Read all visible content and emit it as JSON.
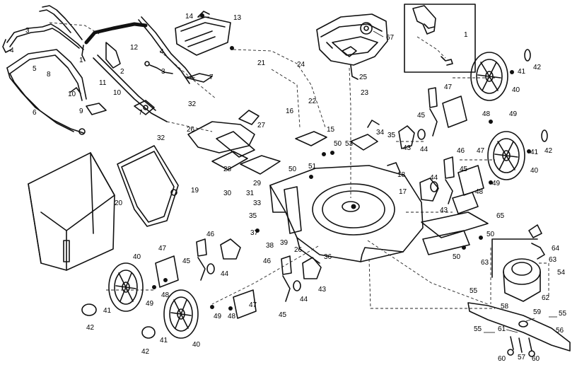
{
  "callouts": [
    {
      "id": "c3a",
      "text": "3"
    },
    {
      "id": "c4a",
      "text": "4"
    },
    {
      "id": "c5",
      "text": "5"
    },
    {
      "id": "c8",
      "text": "8"
    },
    {
      "id": "c10a",
      "text": "10"
    },
    {
      "id": "c10b",
      "text": "10"
    },
    {
      "id": "c11",
      "text": "11"
    },
    {
      "id": "c6",
      "text": "6"
    },
    {
      "id": "c9",
      "text": "9"
    },
    {
      "id": "c1a",
      "text": "1"
    },
    {
      "id": "c12",
      "text": "12"
    },
    {
      "id": "c2",
      "text": "2"
    },
    {
      "id": "c3b",
      "text": "3"
    },
    {
      "id": "c4b",
      "text": "4"
    },
    {
      "id": "c7a",
      "text": "7"
    },
    {
      "id": "c7b",
      "text": "7"
    },
    {
      "id": "c14",
      "text": "14"
    },
    {
      "id": "c13",
      "text": "13"
    },
    {
      "id": "c21",
      "text": "21"
    },
    {
      "id": "c24",
      "text": "24"
    },
    {
      "id": "c22",
      "text": "22"
    },
    {
      "id": "c67",
      "text": "67"
    },
    {
      "id": "c25",
      "text": "25"
    },
    {
      "id": "c23",
      "text": "23"
    },
    {
      "id": "c1b",
      "text": "1"
    },
    {
      "id": "c32a",
      "text": "32"
    },
    {
      "id": "c26",
      "text": "26"
    },
    {
      "id": "c27",
      "text": "27"
    },
    {
      "id": "c32b",
      "text": "32"
    },
    {
      "id": "c16",
      "text": "16"
    },
    {
      "id": "c15",
      "text": "15"
    },
    {
      "id": "c50a",
      "text": "50"
    },
    {
      "id": "c53",
      "text": "53"
    },
    {
      "id": "c34",
      "text": "34"
    },
    {
      "id": "c35a",
      "text": "35"
    },
    {
      "id": "c47a",
      "text": "47"
    },
    {
      "id": "c41a",
      "text": "41"
    },
    {
      "id": "c42a",
      "text": "42"
    },
    {
      "id": "c40a",
      "text": "40"
    },
    {
      "id": "c45a",
      "text": "45"
    },
    {
      "id": "c43a",
      "text": "43"
    },
    {
      "id": "c44a",
      "text": "44"
    },
    {
      "id": "c48a",
      "text": "48"
    },
    {
      "id": "c49a",
      "text": "49"
    },
    {
      "id": "c46a",
      "text": "46"
    },
    {
      "id": "c41b",
      "text": "41"
    },
    {
      "id": "c42b",
      "text": "42"
    },
    {
      "id": "c47b",
      "text": "47"
    },
    {
      "id": "c45b",
      "text": "45"
    },
    {
      "id": "c40b",
      "text": "40"
    },
    {
      "id": "c28",
      "text": "28"
    },
    {
      "id": "c51",
      "text": "51"
    },
    {
      "id": "c50b",
      "text": "50"
    },
    {
      "id": "c18",
      "text": "18"
    },
    {
      "id": "c44b",
      "text": "44"
    },
    {
      "id": "c48b",
      "text": "48"
    },
    {
      "id": "c49b",
      "text": "49"
    },
    {
      "id": "c30",
      "text": "30"
    },
    {
      "id": "c31",
      "text": "31"
    },
    {
      "id": "c29",
      "text": "29"
    },
    {
      "id": "c19",
      "text": "19"
    },
    {
      "id": "c17",
      "text": "17"
    },
    {
      "id": "c43b",
      "text": "43"
    },
    {
      "id": "c65",
      "text": "65"
    },
    {
      "id": "c20",
      "text": "20"
    },
    {
      "id": "c33",
      "text": "33"
    },
    {
      "id": "c35b",
      "text": "35"
    },
    {
      "id": "c37a",
      "text": "37"
    },
    {
      "id": "c46b",
      "text": "46"
    },
    {
      "id": "c38",
      "text": "38"
    },
    {
      "id": "c39",
      "text": "39"
    },
    {
      "id": "c26b",
      "text": "26"
    },
    {
      "id": "c36",
      "text": "36"
    },
    {
      "id": "c50c",
      "text": "50"
    },
    {
      "id": "c50d",
      "text": "50"
    },
    {
      "id": "c64",
      "text": "64"
    },
    {
      "id": "c63a",
      "text": "63"
    },
    {
      "id": "c63b",
      "text": "63"
    },
    {
      "id": "c54",
      "text": "54"
    },
    {
      "id": "c40c",
      "text": "40"
    },
    {
      "id": "c47c",
      "text": "47"
    },
    {
      "id": "c45c",
      "text": "45"
    },
    {
      "id": "c44c",
      "text": "44"
    },
    {
      "id": "c46c",
      "text": "46"
    },
    {
      "id": "c45d",
      "text": "45"
    },
    {
      "id": "c43c",
      "text": "43"
    },
    {
      "id": "c55a",
      "text": "55"
    },
    {
      "id": "c62",
      "text": "62"
    },
    {
      "id": "c59",
      "text": "59"
    },
    {
      "id": "c55b",
      "text": "55"
    },
    {
      "id": "c58",
      "text": "58"
    },
    {
      "id": "c49c",
      "text": "49"
    },
    {
      "id": "c48c",
      "text": "48"
    },
    {
      "id": "c41c",
      "text": "41"
    },
    {
      "id": "c42c",
      "text": "42"
    },
    {
      "id": "c49d",
      "text": "49"
    },
    {
      "id": "c48d",
      "text": "48"
    },
    {
      "id": "c47d",
      "text": "47"
    },
    {
      "id": "c44d",
      "text": "44"
    },
    {
      "id": "c40d",
      "text": "40"
    },
    {
      "id": "c41d",
      "text": "41"
    },
    {
      "id": "c42d",
      "text": "42"
    },
    {
      "id": "c55c",
      "text": "55"
    },
    {
      "id": "c61",
      "text": "61"
    },
    {
      "id": "c56",
      "text": "56"
    },
    {
      "id": "c57",
      "text": "57"
    },
    {
      "id": "c60a",
      "text": "60"
    },
    {
      "id": "c60b",
      "text": "60"
    }
  ]
}
